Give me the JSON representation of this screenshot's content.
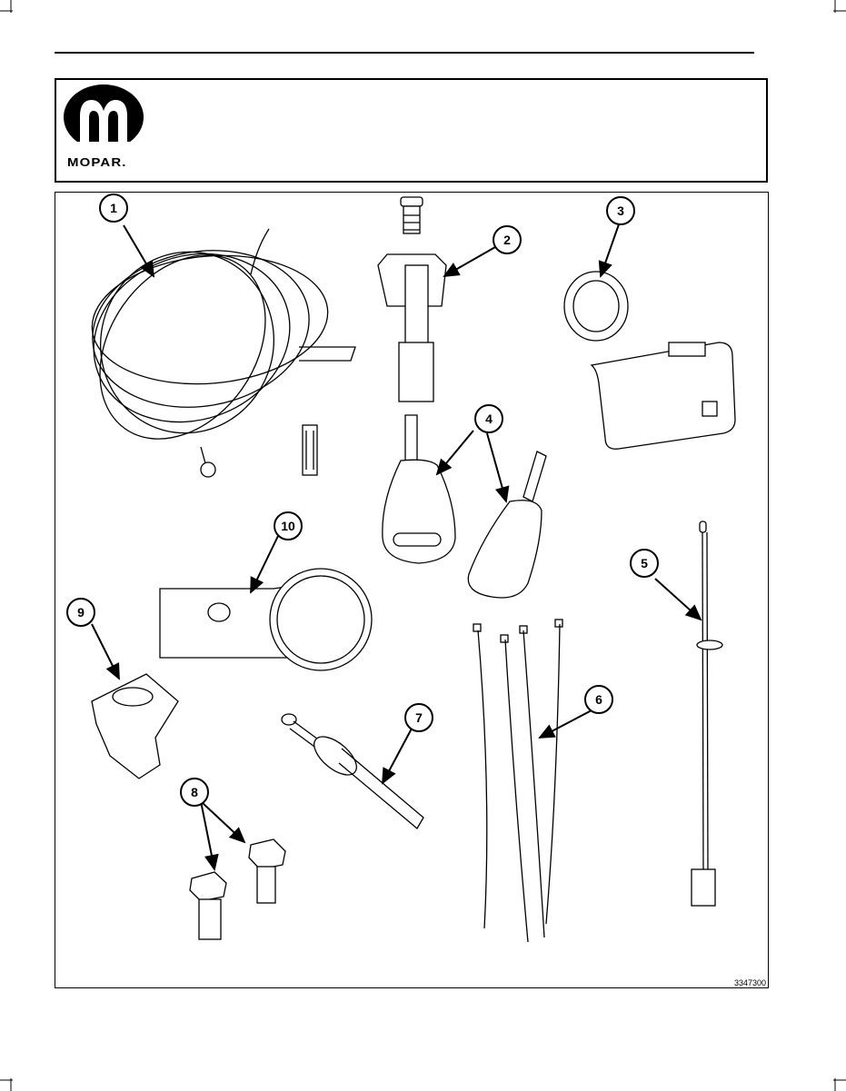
{
  "header": {
    "logo_text": "MOPAR."
  },
  "figure": {
    "callouts": [
      "1",
      "2",
      "3",
      "4",
      "5",
      "6",
      "7",
      "8",
      "9",
      "10"
    ],
    "figure_id": "3347300"
  },
  "colors": {
    "ink": "#000000",
    "paper": "#ffffff",
    "part_fill": "#f2f2f2"
  }
}
